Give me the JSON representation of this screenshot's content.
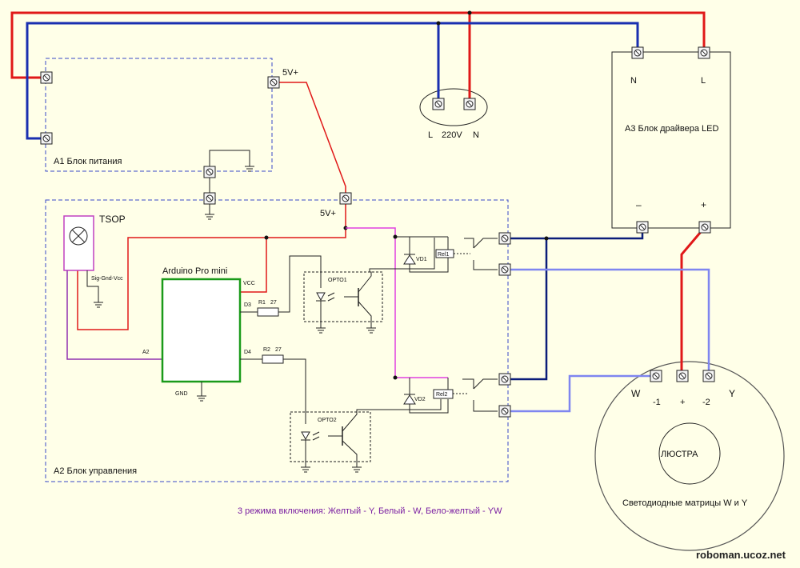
{
  "colors": {
    "background": "#ffffe8",
    "phase_wire": "#e01818",
    "neutral_wire": "#1a2fb0",
    "dark_blue_wire": "#0b1d7a",
    "light_blue_wire": "#7f86f0",
    "power_wire": "#e01818",
    "signal_wire": "#e040e0",
    "tsop_wire": "#9030b0",
    "arduino_border": "#1a9a1a",
    "block_dashed": "#3a4ac8"
  },
  "mains": {
    "left": "L",
    "voltage": "220V",
    "right": "N"
  },
  "a1": {
    "title": "A1 Блок питания",
    "out": "5V+"
  },
  "a2": {
    "title": "A2 Блок управления",
    "in": "5V+"
  },
  "a3": {
    "title": "A3 Блок драйвера LED",
    "n": "N",
    "l": "L",
    "minus": "–",
    "plus": "+"
  },
  "tsop": {
    "title": "TSOP",
    "pins": "Sig-Gnd-Vcc"
  },
  "arduino": {
    "title": "Arduino Pro mini",
    "vcc": "VCC",
    "d3": "D3",
    "d4": "D4",
    "a2": "A2",
    "gnd": "GND"
  },
  "r1": {
    "name": "R1",
    "value": "27"
  },
  "r2": {
    "name": "R2",
    "value": "27"
  },
  "opto1": "OPTO1",
  "opto2": "OPTO2",
  "vd1": "VD1",
  "vd2": "VD2",
  "rel1": "Rel1",
  "rel2": "Rel2",
  "lamp": {
    "center": "ЛЮСТРА",
    "caption": "Светодиодные матрицы W и Y",
    "w": "W",
    "y": "Y",
    "t1": "-1",
    "tplus": "+",
    "t2": "-2"
  },
  "note": "3 режима включения: Желтый - Y, Белый -  W, Бело-желтый - YW",
  "watermark": "roboman.ucoz.net"
}
